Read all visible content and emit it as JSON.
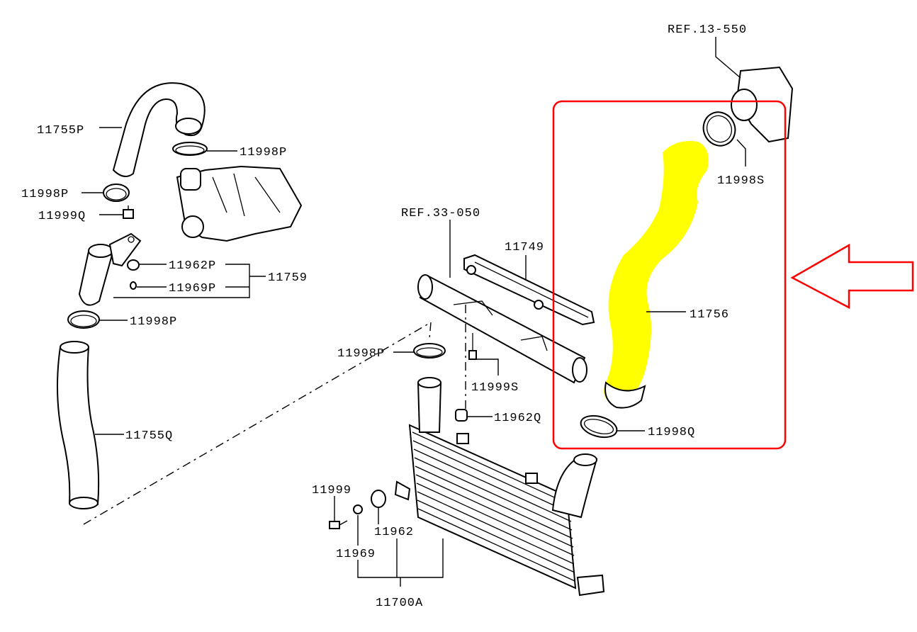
{
  "labels": {
    "ref_13_550": "REF.13-550",
    "p_11755P": "11755P",
    "p_11998P_top": "11998P",
    "p_11998P_left": "11998P",
    "p_11999Q": "11999Q",
    "p_11962P": "11962P",
    "p_11969P": "11969P",
    "p_11759": "11759",
    "p_11998P_mid": "11998P",
    "p_11755Q": "11755Q",
    "ref_33_050": "REF.33-050",
    "p_11749": "11749",
    "p_11998P_center": "11998P",
    "p_11999S": "11999S",
    "p_11962Q": "11962Q",
    "p_11999": "11999",
    "p_11962": "11962",
    "p_11969": "11969",
    "p_11700A": "11700A",
    "p_11998S": "11998S",
    "p_11756": "11756",
    "p_11998Q": "11998Q"
  },
  "highlight": {
    "part": "11756",
    "highlight_color": "#ffff00",
    "frame_color": "#ff0000",
    "arrow_direction": "left"
  }
}
